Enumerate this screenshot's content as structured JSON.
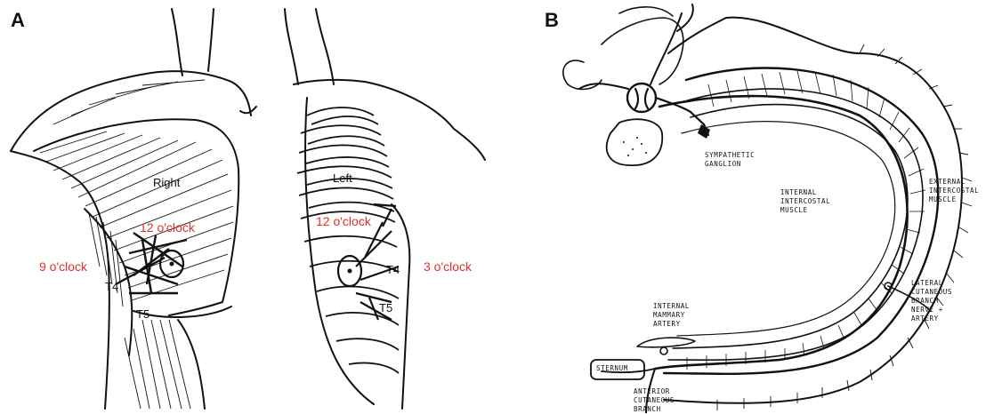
{
  "panel_a": {
    "letter": "A",
    "labels": {
      "right": "Right",
      "left": "Left",
      "r_12": "12 o'clock",
      "l_12": "12 o'clock",
      "nine": "9 o'clock",
      "three": "3 o'clock",
      "r_t4": "T4",
      "r_t5": "T5",
      "l_t4": "T4",
      "l_t5": "T5"
    }
  },
  "panel_b": {
    "letter": "B",
    "labels": {
      "sympathetic": [
        "SYMPATHETIC",
        "GANGLION"
      ],
      "internal_intercostal": [
        "INTERNAL",
        "INTERCOSTAL",
        "MUSCLE"
      ],
      "external_intercostal": [
        "EXTERNAL",
        "INTERCOSTAL",
        "MUSCLE"
      ],
      "lateral_cutaneous": [
        "LATERAL",
        "CUTANEOUS",
        "BRANCH",
        "NERVE +",
        "ARTERY"
      ],
      "internal_mammary": [
        "INTERNAL",
        "MAMMARY",
        "ARTERY"
      ],
      "sternum": "STERNUM",
      "anterior_cutaneous": [
        "ANTERIOR",
        "CUTANEOUS",
        "BRANCH"
      ]
    }
  },
  "colors": {
    "ink": "#111111",
    "annotation_red": "#e0302a"
  }
}
